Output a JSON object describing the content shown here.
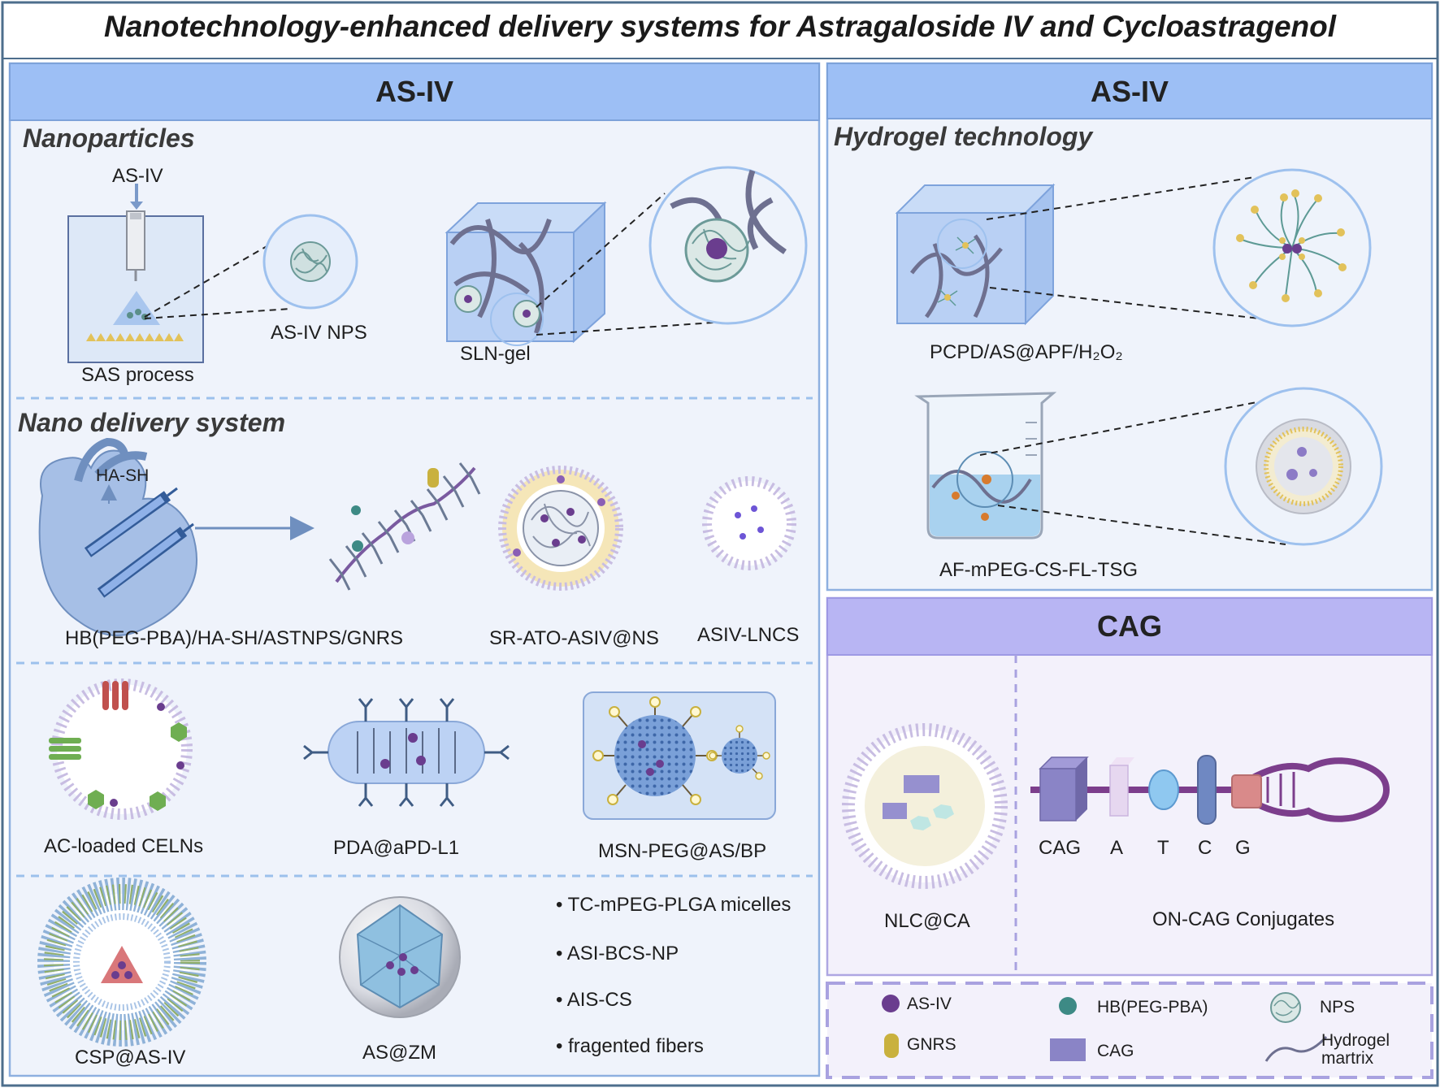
{
  "title": "Nanotechnology-enhanced delivery systems for Astragaloside IV and Cycloastragenol",
  "left_panel": {
    "header": "AS-IV",
    "nanoparticles": {
      "heading": "Nanoparticles",
      "as_iv_input": "AS-IV",
      "sas_caption": "SAS process",
      "nps_caption": "AS-IV NPS",
      "sln_caption": "SLN-gel"
    },
    "nano_delivery": {
      "heading": "Nano delivery system",
      "ha_sh": "HA-SH",
      "row1": [
        "HB(PEG-PBA)/HA-SH/ASTNPS/GNRS",
        "SR-ATO-ASIV@NS",
        "ASIV-LNCS"
      ],
      "row2": [
        "AC-loaded CELNs",
        "PDA@aPD-L1",
        "MSN-PEG@AS/BP"
      ],
      "row3": [
        "CSP@AS-IV",
        "AS@ZM"
      ],
      "bullets": [
        "TC-mPEG-PLGA micelles",
        "ASI-BCS-NP",
        "AIS-CS",
        "fragented fibers"
      ]
    }
  },
  "right_top": {
    "header": "AS-IV",
    "heading": "Hydrogel technology",
    "captions": [
      "PCPD/AS@APF/H₂O₂",
      "AF-mPEG-CS-FL-TSG"
    ]
  },
  "right_mid": {
    "header": "CAG",
    "nlc_caption": "NLC@CA",
    "conj_letters": [
      "CAG",
      "A",
      "T",
      "C",
      "G"
    ],
    "conj_caption": "ON-CAG Conjugates"
  },
  "legend": {
    "items": [
      "AS-IV",
      "HB(PEG-PBA)",
      "NPS",
      "GNRS",
      "CAG",
      "Hydrogel martrix"
    ]
  },
  "colors": {
    "header_blue": "#9dbff5",
    "header_purple": "#b8b5f3",
    "panel_bg": "#eff3fb",
    "cag_bg": "#f3f1fb",
    "as_iv": "#6a3d8e",
    "hb": "#3d8a85",
    "gnrs": "#c9b13e",
    "cag_box": "#7e78b8",
    "hydrogel": "#6e7090"
  }
}
